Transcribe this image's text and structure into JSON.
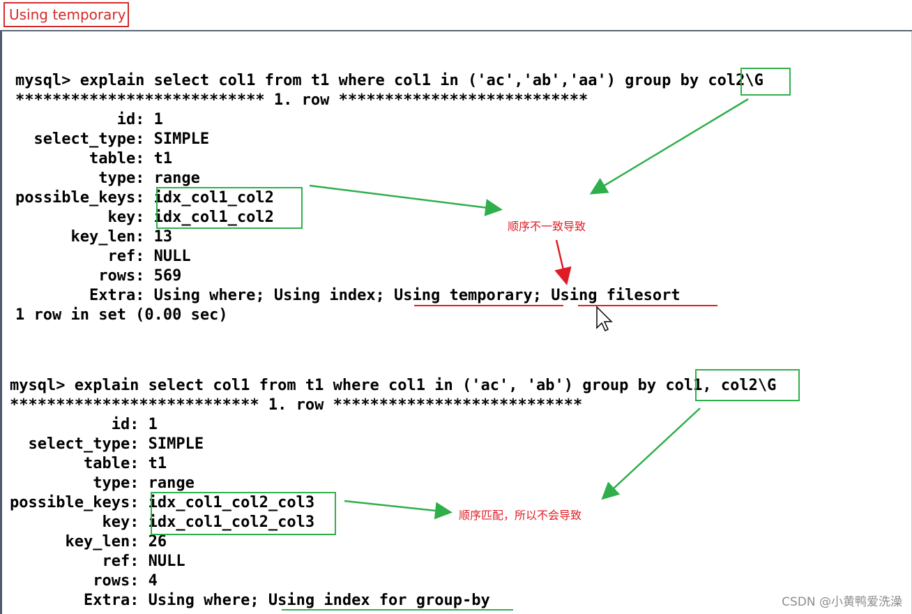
{
  "header": {
    "title": "Using temporary"
  },
  "query1": {
    "command": "mysql> explain select col1 from t1 where col1 in ('ac','ab','aa') group by col2\\G",
    "separator": "*************************** 1. row ***************************",
    "id": "           id: 1",
    "select_type": "  select_type: SIMPLE",
    "table": "        table: t1",
    "type": "         type: range",
    "possible_keys": "possible_keys: idx_col1_col2",
    "key": "          key: idx_col1_col2",
    "key_len": "      key_len: 13",
    "ref": "          ref: NULL",
    "rows": "         rows: 569",
    "extra": "        Extra: Using where; Using index; Using temporary; Using filesort",
    "footer": "1 row in set (0.00 sec)",
    "note": "顺序不一致导致"
  },
  "query2": {
    "command": "mysql> explain select col1 from t1 where col1 in ('ac', 'ab') group by col1, col2\\G",
    "separator": "*************************** 1. row ***************************",
    "id": "           id: 1",
    "select_type": "  select_type: SIMPLE",
    "table": "        table: t1",
    "type": "         type: range",
    "possible_keys": "possible_keys: idx_col1_col2_col3",
    "key": "          key: idx_col1_col2_col3",
    "key_len": "      key_len: 26",
    "ref": "          ref: NULL",
    "rows": "         rows: 4",
    "extra": "        Extra: Using where; Using index for group-by",
    "note": "顺序匹配，所以不会导致"
  },
  "watermark": "CSDN @小黄鸭爱洗澡",
  "colors": {
    "highlight": "#2fae4a",
    "annotation": "#e01b24",
    "title_border": "#d42a2a"
  }
}
